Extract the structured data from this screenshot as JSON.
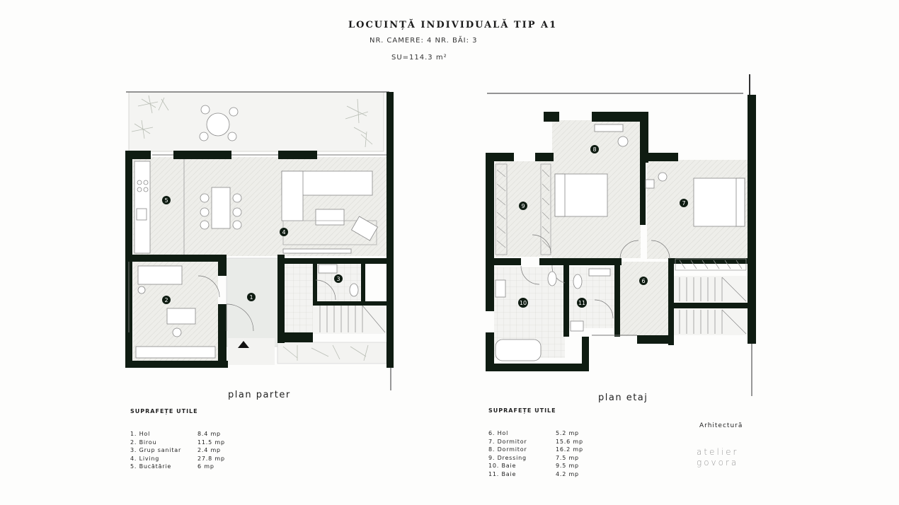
{
  "header": {
    "title": "LOCUINȚĂ INDIVIDUALĂ  TIP A1",
    "rooms_line": "NR. CAMERE: 4  NR. BĂI: 3",
    "area_line": "SU=114.3 m²"
  },
  "ground_floor": {
    "label": "plan parter",
    "areas_title": "SUPRAFEȚE UTILE",
    "rooms": [
      {
        "num": "1",
        "name": "1. Hol",
        "area": "8.4 mp"
      },
      {
        "num": "2",
        "name": "2. Birou",
        "area": "11.5 mp"
      },
      {
        "num": "3",
        "name": "3. Grup sanitar",
        "area": "2.4 mp"
      },
      {
        "num": "4",
        "name": "4. Living",
        "area": "27.8 mp"
      },
      {
        "num": "5",
        "name": "5. Bucătărie",
        "area": "6 mp"
      }
    ]
  },
  "upper_floor": {
    "label": "plan etaj",
    "areas_title": "SUPRAFEȚE UTILE",
    "rooms": [
      {
        "num": "6",
        "name": "6. Hol",
        "area": "5.2 mp"
      },
      {
        "num": "7",
        "name": "7. Dormitor",
        "area": "15.6 mp"
      },
      {
        "num": "8",
        "name": "8. Dormitor",
        "area": "16.2 mp"
      },
      {
        "num": "9",
        "name": "9. Dressing",
        "area": "7.5 mp"
      },
      {
        "num": "10",
        "name": "10. Baie",
        "area": "9.5 mp"
      },
      {
        "num": "11",
        "name": "11. Baie",
        "area": "4.2 mp"
      }
    ]
  },
  "credit": {
    "label": "Arhitectură",
    "logo_line1": "atelier",
    "logo_line2": "govora"
  },
  "colors": {
    "wall": "#0f1c12",
    "floor": "#e8e8e4",
    "line": "#9a9a96",
    "plant": "#b8bdb4"
  }
}
